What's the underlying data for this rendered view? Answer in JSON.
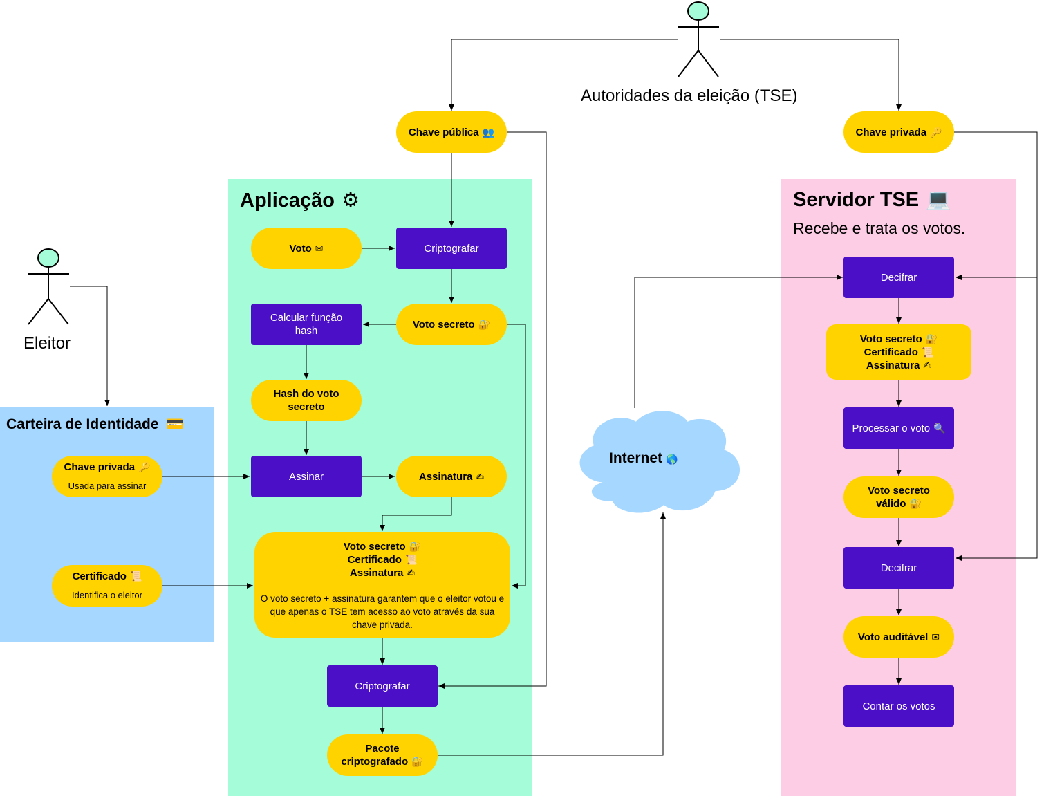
{
  "actors": {
    "tse": "Autoridades da eleição (TSE)",
    "voter": "Eleitor"
  },
  "regions": {
    "id_card": {
      "title": "Carteira de Identidade",
      "icon": "💳",
      "color": "#A6D7FF"
    },
    "app": {
      "title": "Aplicação",
      "icon": "⚙",
      "color": "#A4FCD8"
    },
    "server": {
      "title": "Servidor TSE",
      "icon": "💻",
      "subtitle": "Recebe e trata os votos.",
      "color": "#FDCDE6"
    }
  },
  "top": {
    "public_key": {
      "label": "Chave pública",
      "icon": "👥"
    },
    "private_key": {
      "label": "Chave privada",
      "icon": "🔑"
    }
  },
  "id_card": {
    "private_key": {
      "label": "Chave privada",
      "icon": "🔑",
      "desc": "Usada para assinar"
    },
    "certificate": {
      "label": "Certificado",
      "icon": "📜",
      "desc": "Identifica o eleitor"
    }
  },
  "app": {
    "vote": {
      "label": "Voto",
      "icon": "✉"
    },
    "encrypt1": "Criptografar",
    "secret_vote": {
      "label": "Voto secreto",
      "icon": "🔐"
    },
    "hash_calc": "Calcular função hash",
    "hash_vote": "Hash do voto secreto",
    "sign": "Assinar",
    "signature": {
      "label": "Assinatura",
      "icon": "✍"
    },
    "bundle": {
      "line1": "Voto secreto",
      "line1_icon": "🔐",
      "line2": "Certificado",
      "line2_icon": "📜",
      "line3": "Assinatura",
      "line3_icon": "✍",
      "desc": "O voto secreto + assinatura garantem que o eleitor votou e que apenas o TSE tem acesso ao voto através da sua chave privada."
    },
    "encrypt2": "Criptografar",
    "package": {
      "line1": "Pacote",
      "line2": "criptografado",
      "icon": "🔐"
    }
  },
  "internet": {
    "label": "Internet",
    "icon": "🌎",
    "color": "#A6D7FF"
  },
  "server": {
    "decrypt1": "Decifrar",
    "bundle": {
      "line1": "Voto secreto",
      "line1_icon": "🔐",
      "line2": "Certificado",
      "line2_icon": "📜",
      "line3": "Assinatura",
      "line3_icon": "✍"
    },
    "process": {
      "label": "Processar o voto",
      "icon": "🔍"
    },
    "valid_vote": {
      "line1": "Voto secreto",
      "line2": "válido",
      "icon": "🔐"
    },
    "decrypt2": "Decifrar",
    "auditable": {
      "label": "Voto auditável",
      "icon": "✉"
    },
    "count": "Contar os votos"
  },
  "colors": {
    "pill": "#FFD300",
    "process": "#4A0FC6",
    "actor_head": "#A4FCD8"
  }
}
